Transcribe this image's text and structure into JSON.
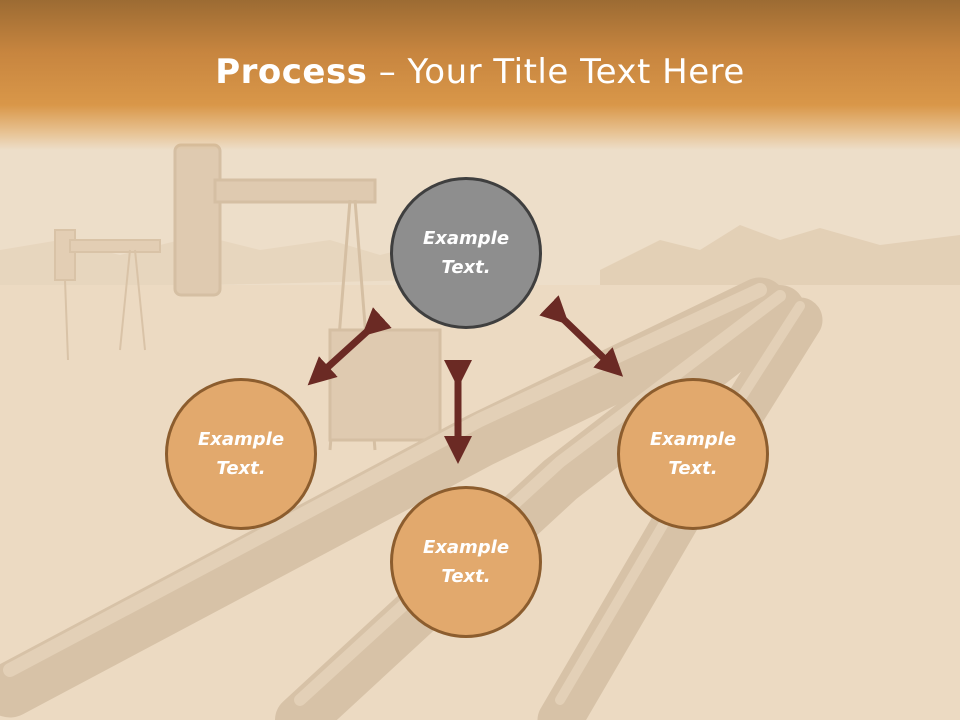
{
  "slide": {
    "title_bold": "Process",
    "title_rest": " – Your Title Text Here"
  },
  "nodes": {
    "top": "Example\nText.",
    "left": "Example\nText.",
    "right": "Example\nText.",
    "bottom": "Example\nText."
  },
  "colors": {
    "header": "#d99749",
    "circle_orange": "#e2a96d",
    "circle_gray": "#8e8e8e",
    "arrow": "#6b2a24"
  },
  "icons": [
    "double-arrow-icon"
  ]
}
